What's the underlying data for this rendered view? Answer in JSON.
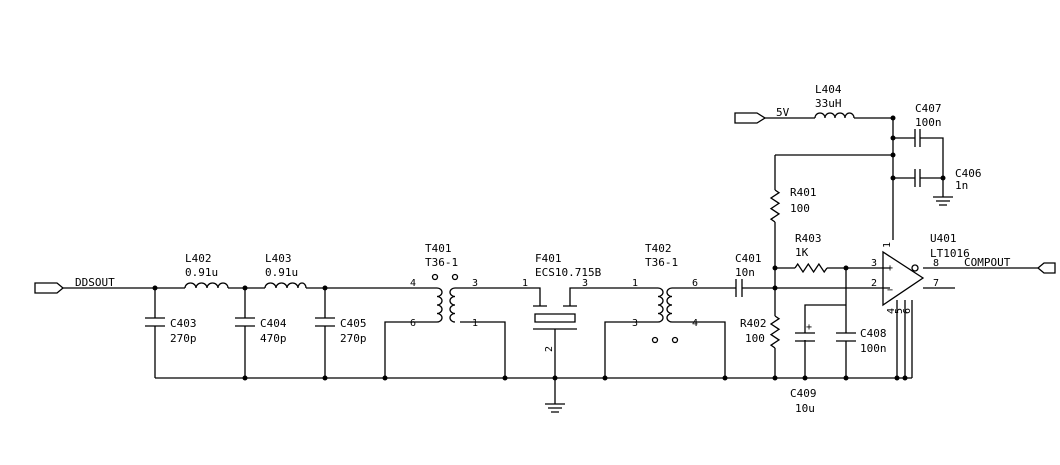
{
  "nets": {
    "input": "DDSOUT",
    "supply": "5V",
    "output": "COMPOUT"
  },
  "components": {
    "L402": {
      "ref": "L402",
      "value": "0.91u"
    },
    "L403": {
      "ref": "L403",
      "value": "0.91u"
    },
    "L404": {
      "ref": "L404",
      "value": "33uH"
    },
    "C403": {
      "ref": "C403",
      "value": "270p"
    },
    "C404": {
      "ref": "C404",
      "value": "470p"
    },
    "C405": {
      "ref": "C405",
      "value": "270p"
    },
    "C401": {
      "ref": "C401",
      "value": "10n"
    },
    "C406": {
      "ref": "C406",
      "value": "1n"
    },
    "C407": {
      "ref": "C407",
      "value": "100n"
    },
    "C408": {
      "ref": "C408",
      "value": "100n"
    },
    "C409": {
      "ref": "C409",
      "value": "10u"
    },
    "R401": {
      "ref": "R401",
      "value": "100"
    },
    "R402": {
      "ref": "R402",
      "value": "100"
    },
    "R403": {
      "ref": "R403",
      "value": "1K"
    },
    "T401": {
      "ref": "T401",
      "value": "T36-1"
    },
    "T402": {
      "ref": "T402",
      "value": "T36-1"
    },
    "F401": {
      "ref": "F401",
      "value": "ECS10.715B"
    },
    "U401": {
      "ref": "U401",
      "value": "LT1016"
    }
  },
  "pins": {
    "t401": {
      "p4": "4",
      "p6": "6",
      "p3": "3",
      "p1": "1"
    },
    "f401": {
      "p1": "1",
      "p3": "3",
      "p2": "2"
    },
    "t402": {
      "p1": "1",
      "p3": "3",
      "p6": "6",
      "p4": "4"
    },
    "u401": {
      "p1": "1",
      "p3": "3",
      "p2": "2",
      "p8": "8",
      "p7": "7",
      "p4": "4",
      "p5": "5",
      "p6": "6"
    },
    "c409_polarity": "+",
    "u401_plus": "+",
    "u401_minus": "−"
  }
}
